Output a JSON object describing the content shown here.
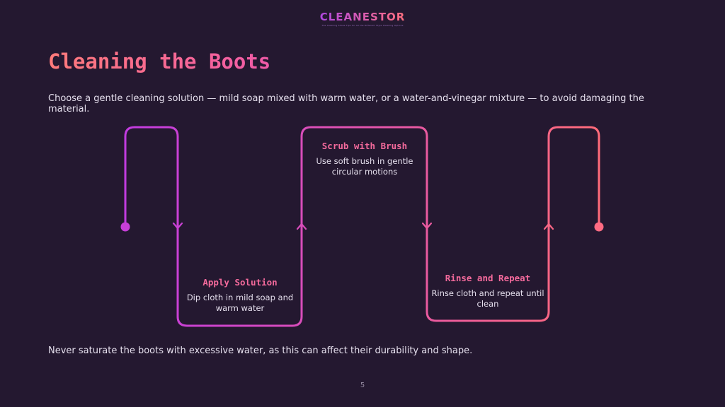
{
  "logo": {
    "name": "CLEANESTOR",
    "tagline": "The Cleaning Shoes Tips for All the Different Style Cleaning Options"
  },
  "slide": {
    "title": "Cleaning the Boots",
    "intro": "Choose a gentle cleaning solution — mild soap mixed with warm water, or a water-and-vinegar mixture — to avoid damaging the material.",
    "footer_note": "Never saturate the boots with excessive water, as this can affect their durability and shape.",
    "page_number": "5"
  },
  "steps": [
    {
      "title": "Apply Solution",
      "description": "Dip cloth in mild soap and warm water"
    },
    {
      "title": "Scrub with Brush",
      "description": "Use soft brush in gentle circular motions"
    },
    {
      "title": "Rinse and Repeat",
      "description": "Rinse cloth and repeat until clean"
    }
  ],
  "colors": {
    "background": "#241830",
    "accent_start": "#c23be0",
    "accent_end": "#ff6b7a",
    "text": "#e6e0ee"
  }
}
